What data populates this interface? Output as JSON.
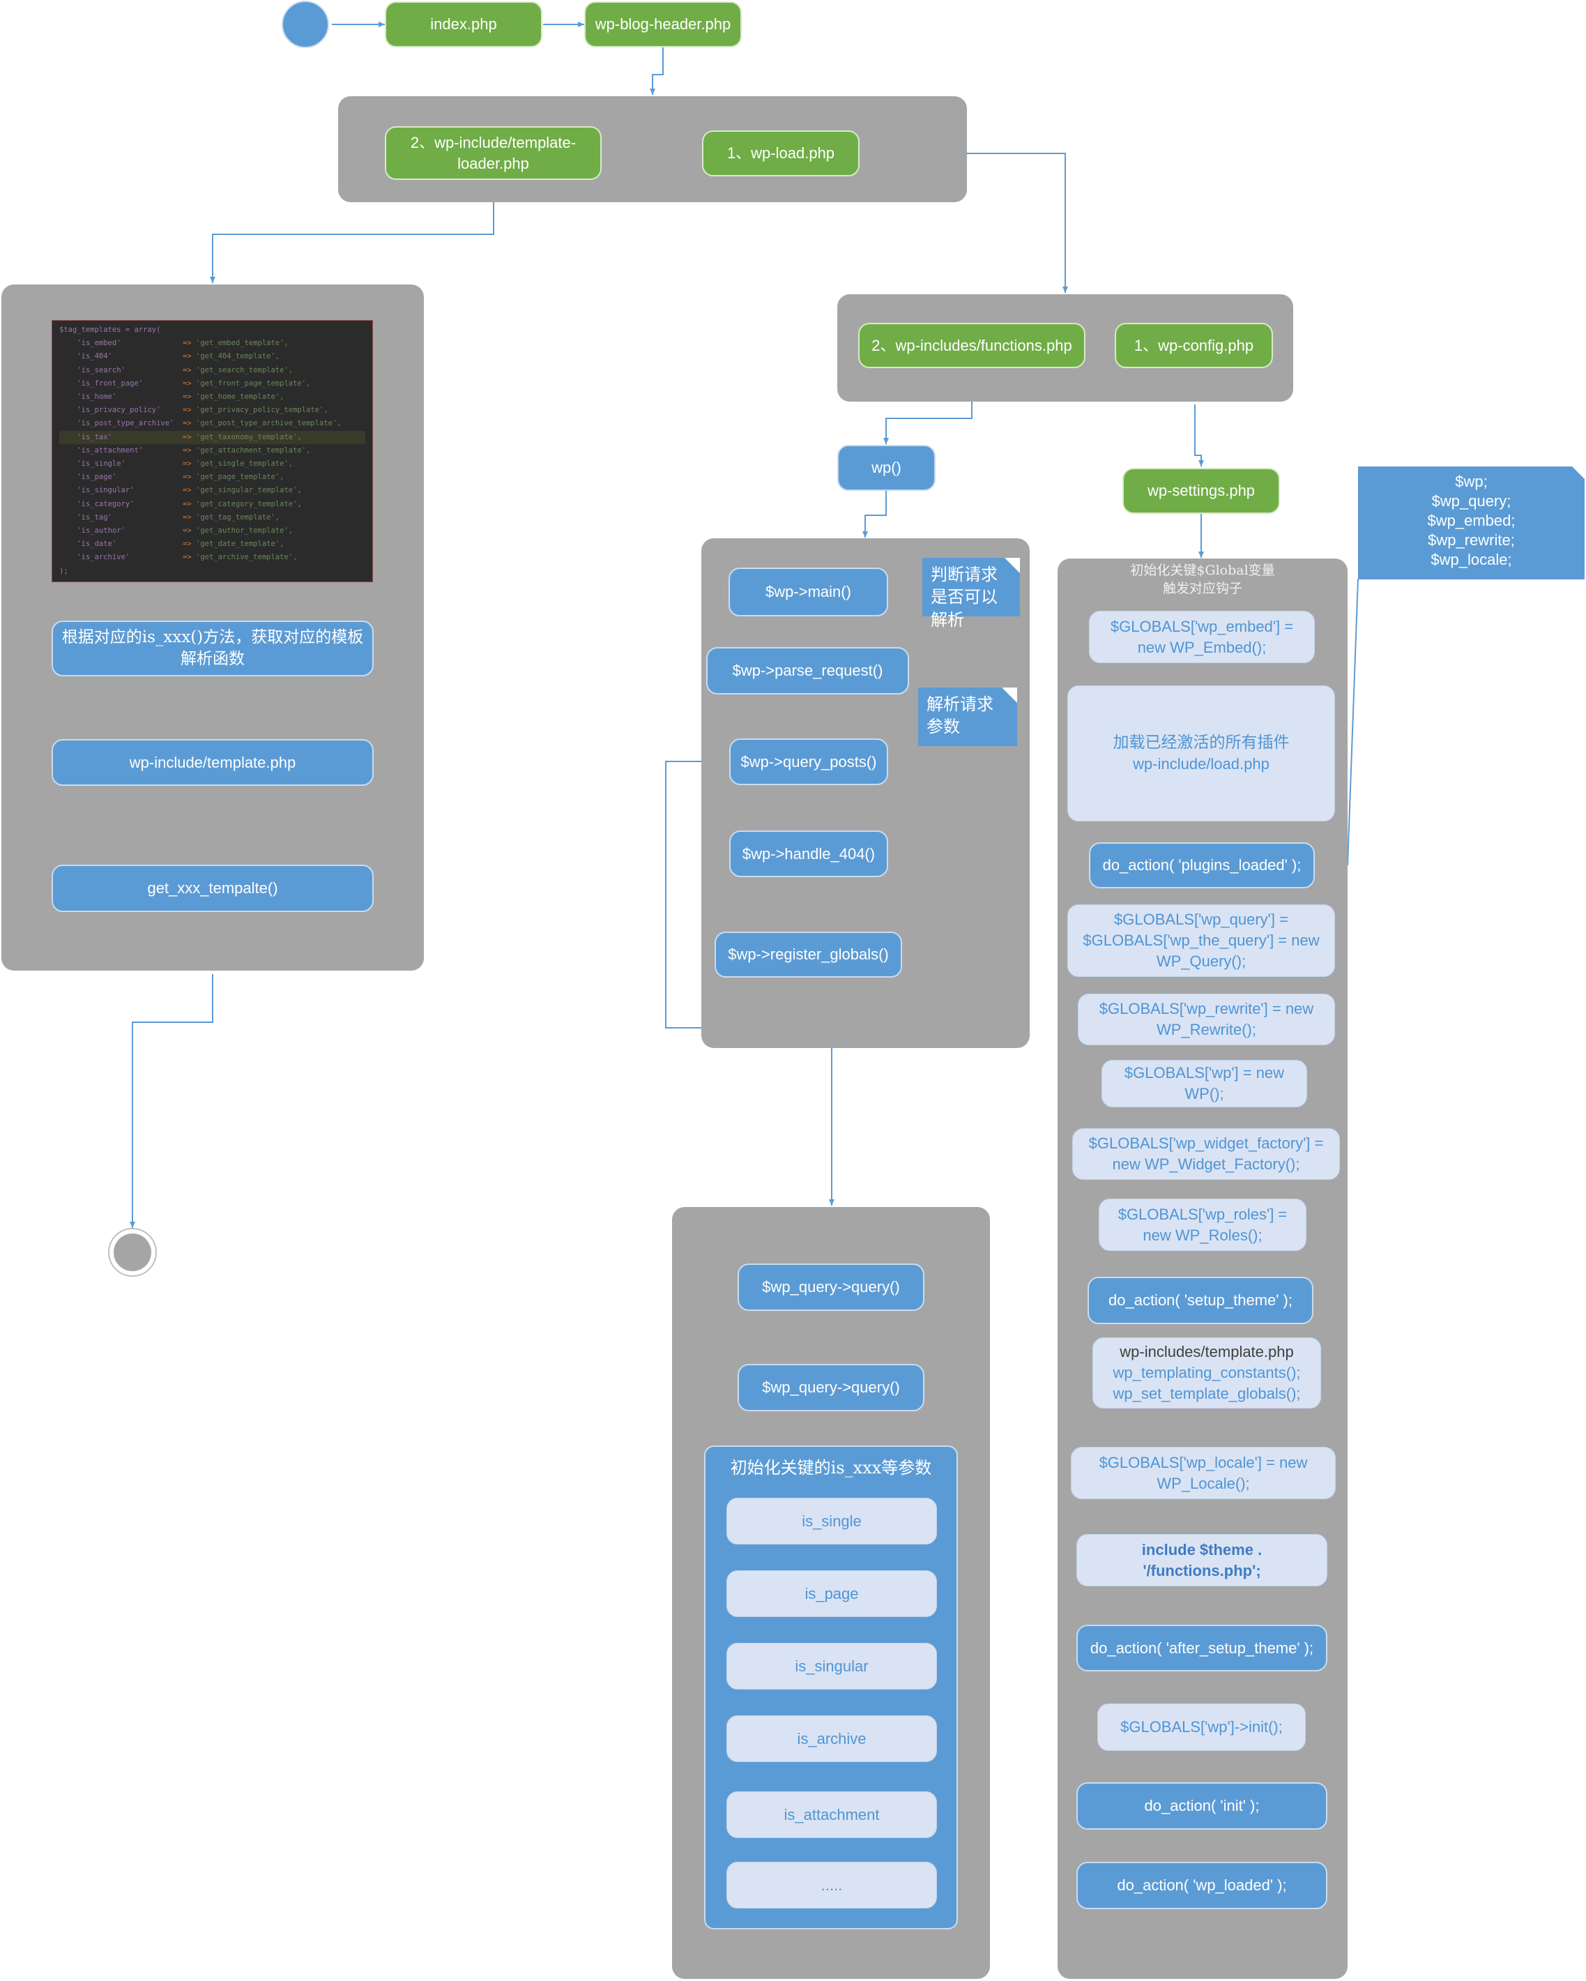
{
  "nodes": {
    "index": "index.php",
    "blog_header": "wp-blog-header.php",
    "template_loader": "2、wp-include/template-loader.php",
    "wp_load": "1、wp-load.php",
    "functions": "2、wp-includes/functions.php",
    "wp_config": "1、wp-config.php",
    "wp_func": "wp()",
    "wp_settings": "wp-settings.php"
  },
  "left_panel": {
    "code_title": "$tag_templates = array(",
    "code_rows": [
      {
        "key": "'is_embed'",
        "value": "'get_embed_template',"
      },
      {
        "key": "'is_404'",
        "value": "'get_404_template',"
      },
      {
        "key": "'is_search'",
        "value": "'get_search_template',"
      },
      {
        "key": "'is_front_page'",
        "value": "'get_front_page_template',"
      },
      {
        "key": "'is_home'",
        "value": "'get_home_template',"
      },
      {
        "key": "'is_privacy_policy'",
        "value": "'get_privacy_policy_template',"
      },
      {
        "key": "'is_post_type_archive'",
        "value": "'get_post_type_archive_template',"
      },
      {
        "key": "'is_tax'",
        "value": "'get_taxonomy_template',"
      },
      {
        "key": "'is_attachment'",
        "value": "'get_attachment_template',"
      },
      {
        "key": "'is_single'",
        "value": "'get_single_template',"
      },
      {
        "key": "'is_page'",
        "value": "'get_page_template',"
      },
      {
        "key": "'is_singular'",
        "value": "'get_singular_template',"
      },
      {
        "key": "'is_category'",
        "value": "'get_category_template',"
      },
      {
        "key": "'is_tag'",
        "value": "'get_tag_template',"
      },
      {
        "key": "'is_author'",
        "value": "'get_author_template',"
      },
      {
        "key": "'is_date'",
        "value": "'get_date_template',"
      },
      {
        "key": "'is_archive'",
        "value": "'get_archive_template',"
      }
    ],
    "code_arrow": "=>",
    "code_close": ");",
    "box1": "根据对应的is_xxx()方法，获取对应的模板解析函数",
    "box2": "wp-include/template.php",
    "box3": "get_xxx_tempalte()"
  },
  "wp_panel": {
    "main": "$wp->main()",
    "parse_request": "$wp->parse_request()",
    "query_posts": "$wp->query_posts()",
    "handle_404": "$wp->handle_404()",
    "register_globals": "$wp->register_globals()",
    "note1": "判断请求是否可以解析",
    "note2": "解析请求参数"
  },
  "query_panel": {
    "query1": "$wp_query->query()",
    "query2": "$wp_query->query()",
    "inner_title": "初始化关键的is_xxx等参数",
    "items": [
      "is_single",
      "is_page",
      "is_singular",
      "is_archive",
      "is_attachment",
      "....."
    ]
  },
  "settings_panel": {
    "header1": "初始化关键$Global变量",
    "header2": "触发对应钩子",
    "embed": "$GLOBALS['wp_embed'] = new WP_Embed();",
    "plugins_line1": "加载已经激活的所有插件",
    "plugins_line2": "wp-include/load.php",
    "plugins_loaded": "do_action( 'plugins_loaded' );",
    "wp_query": "$GLOBALS['wp_query'] = $GLOBALS['wp_the_query'] = new WP_Query();",
    "wp_rewrite": "$GLOBALS['wp_rewrite'] = new WP_Rewrite();",
    "wp": "$GLOBALS['wp'] = new WP();",
    "widget_factory": "$GLOBALS['wp_widget_factory'] = new WP_Widget_Factory();",
    "wp_roles": "$GLOBALS['wp_roles'] = new WP_Roles();",
    "setup_theme": "do_action( 'setup_theme' );",
    "template_file": "wp-includes/template.php",
    "template_constants": "wp_templating_constants();",
    "template_globals": "wp_set_template_globals();",
    "wp_locale": "$GLOBALS['wp_locale'] = new WP_Locale();",
    "include_functions": "include $theme . '/functions.php';",
    "after_setup_theme": "do_action( 'after_setup_theme' );",
    "wp_init": "$GLOBALS['wp']->init();",
    "init": "do_action( 'init' );",
    "wp_loaded": "do_action( 'wp_loaded' );"
  },
  "globals_note": [
    "$wp;",
    "$wp_query;",
    "$wp_embed;",
    "$wp_rewrite;",
    "$wp_locale;"
  ]
}
